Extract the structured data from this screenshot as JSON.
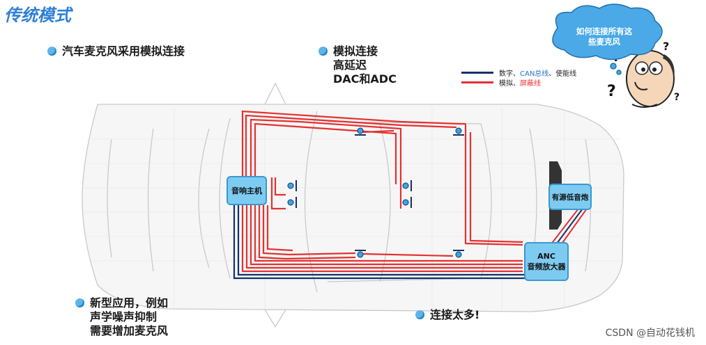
{
  "title": "传统模式",
  "bullets": {
    "b1": "汽车麦克风采用模拟连接",
    "b2": [
      "模拟连接",
      "高延迟",
      "DAC和ADC"
    ],
    "b3": [
      "新型应用，例如",
      "声学噪声抑制",
      "需要增加麦克风"
    ],
    "b4": "连接太多!"
  },
  "legend": {
    "row1_pre": "数字、",
    "row1_can": "CAN总线",
    "row1_post": "、使能线",
    "row2_pre": "模拟、",
    "row2_shield": "屏蔽线"
  },
  "boxes": {
    "head_unit": "音响主机",
    "subwoofer": "有源低音炮",
    "anc_line1": "ANC",
    "anc_line2": "音频放大器"
  },
  "cloud": [
    "如何连接所有这",
    "些麦克风"
  ],
  "watermark": "CSDN @自动花钱机",
  "colors": {
    "analog": "#e53030",
    "digital": "#12306a",
    "box": "#7ecbf1",
    "accent": "#1e73c8"
  }
}
